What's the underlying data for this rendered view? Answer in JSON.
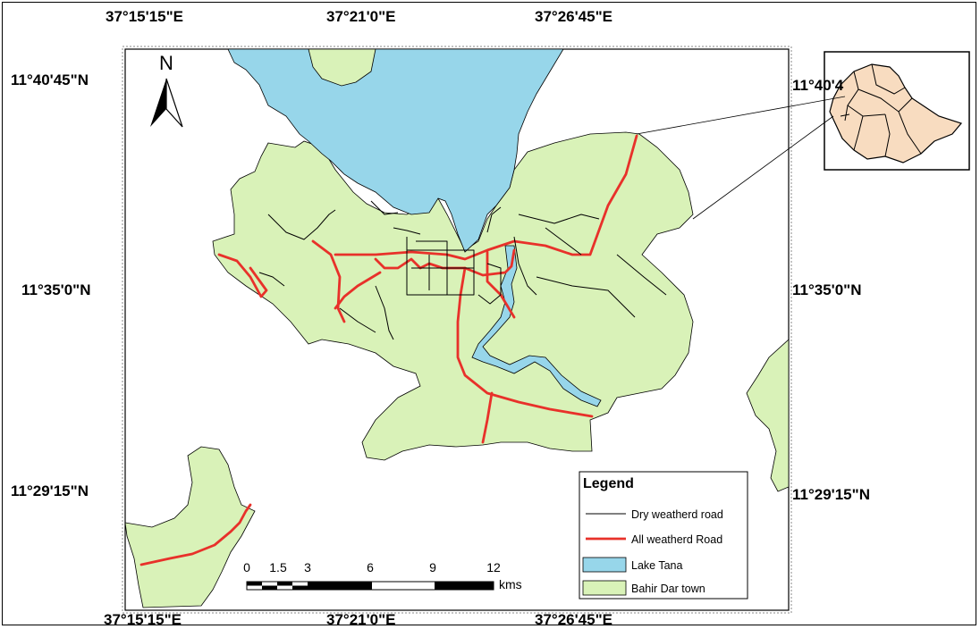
{
  "map": {
    "north_label": "N",
    "coordinates": {
      "top": [
        "37°15'15\"E",
        "37°21'0\"E",
        "37°26'45\"E"
      ],
      "bottom": [
        "37°15'15\"E",
        "37°21'0\"E",
        "37°26'45\"E"
      ],
      "left": [
        "11°40'45\"N",
        "11°35'0\"N",
        "11°29'15\"N"
      ],
      "right": [
        "11°40'4",
        "11°35'0\"N",
        "11°29'15\"N"
      ]
    },
    "legend": {
      "title": "Legend",
      "items": [
        {
          "label": "Dry weatherd road",
          "type": "line",
          "color": "#000000"
        },
        {
          "label": "All weatherd Road",
          "type": "line",
          "color": "#e8312a"
        },
        {
          "label": "Lake Tana",
          "type": "fill",
          "color": "#97d6ea"
        },
        {
          "label": "Bahir Dar town",
          "type": "fill",
          "color": "#d9f2b8"
        }
      ]
    },
    "scale_bar": {
      "ticks": [
        "0",
        "1.5",
        "3",
        "6",
        "9",
        "12"
      ],
      "unit": "kms"
    },
    "colors": {
      "water": "#97d6ea",
      "land": "#d9f2b8",
      "all_weather_road": "#e8312a",
      "dry_road": "#000000",
      "inset_fill": "#f8dcc0"
    },
    "icons": [
      "north-arrow-icon"
    ]
  }
}
